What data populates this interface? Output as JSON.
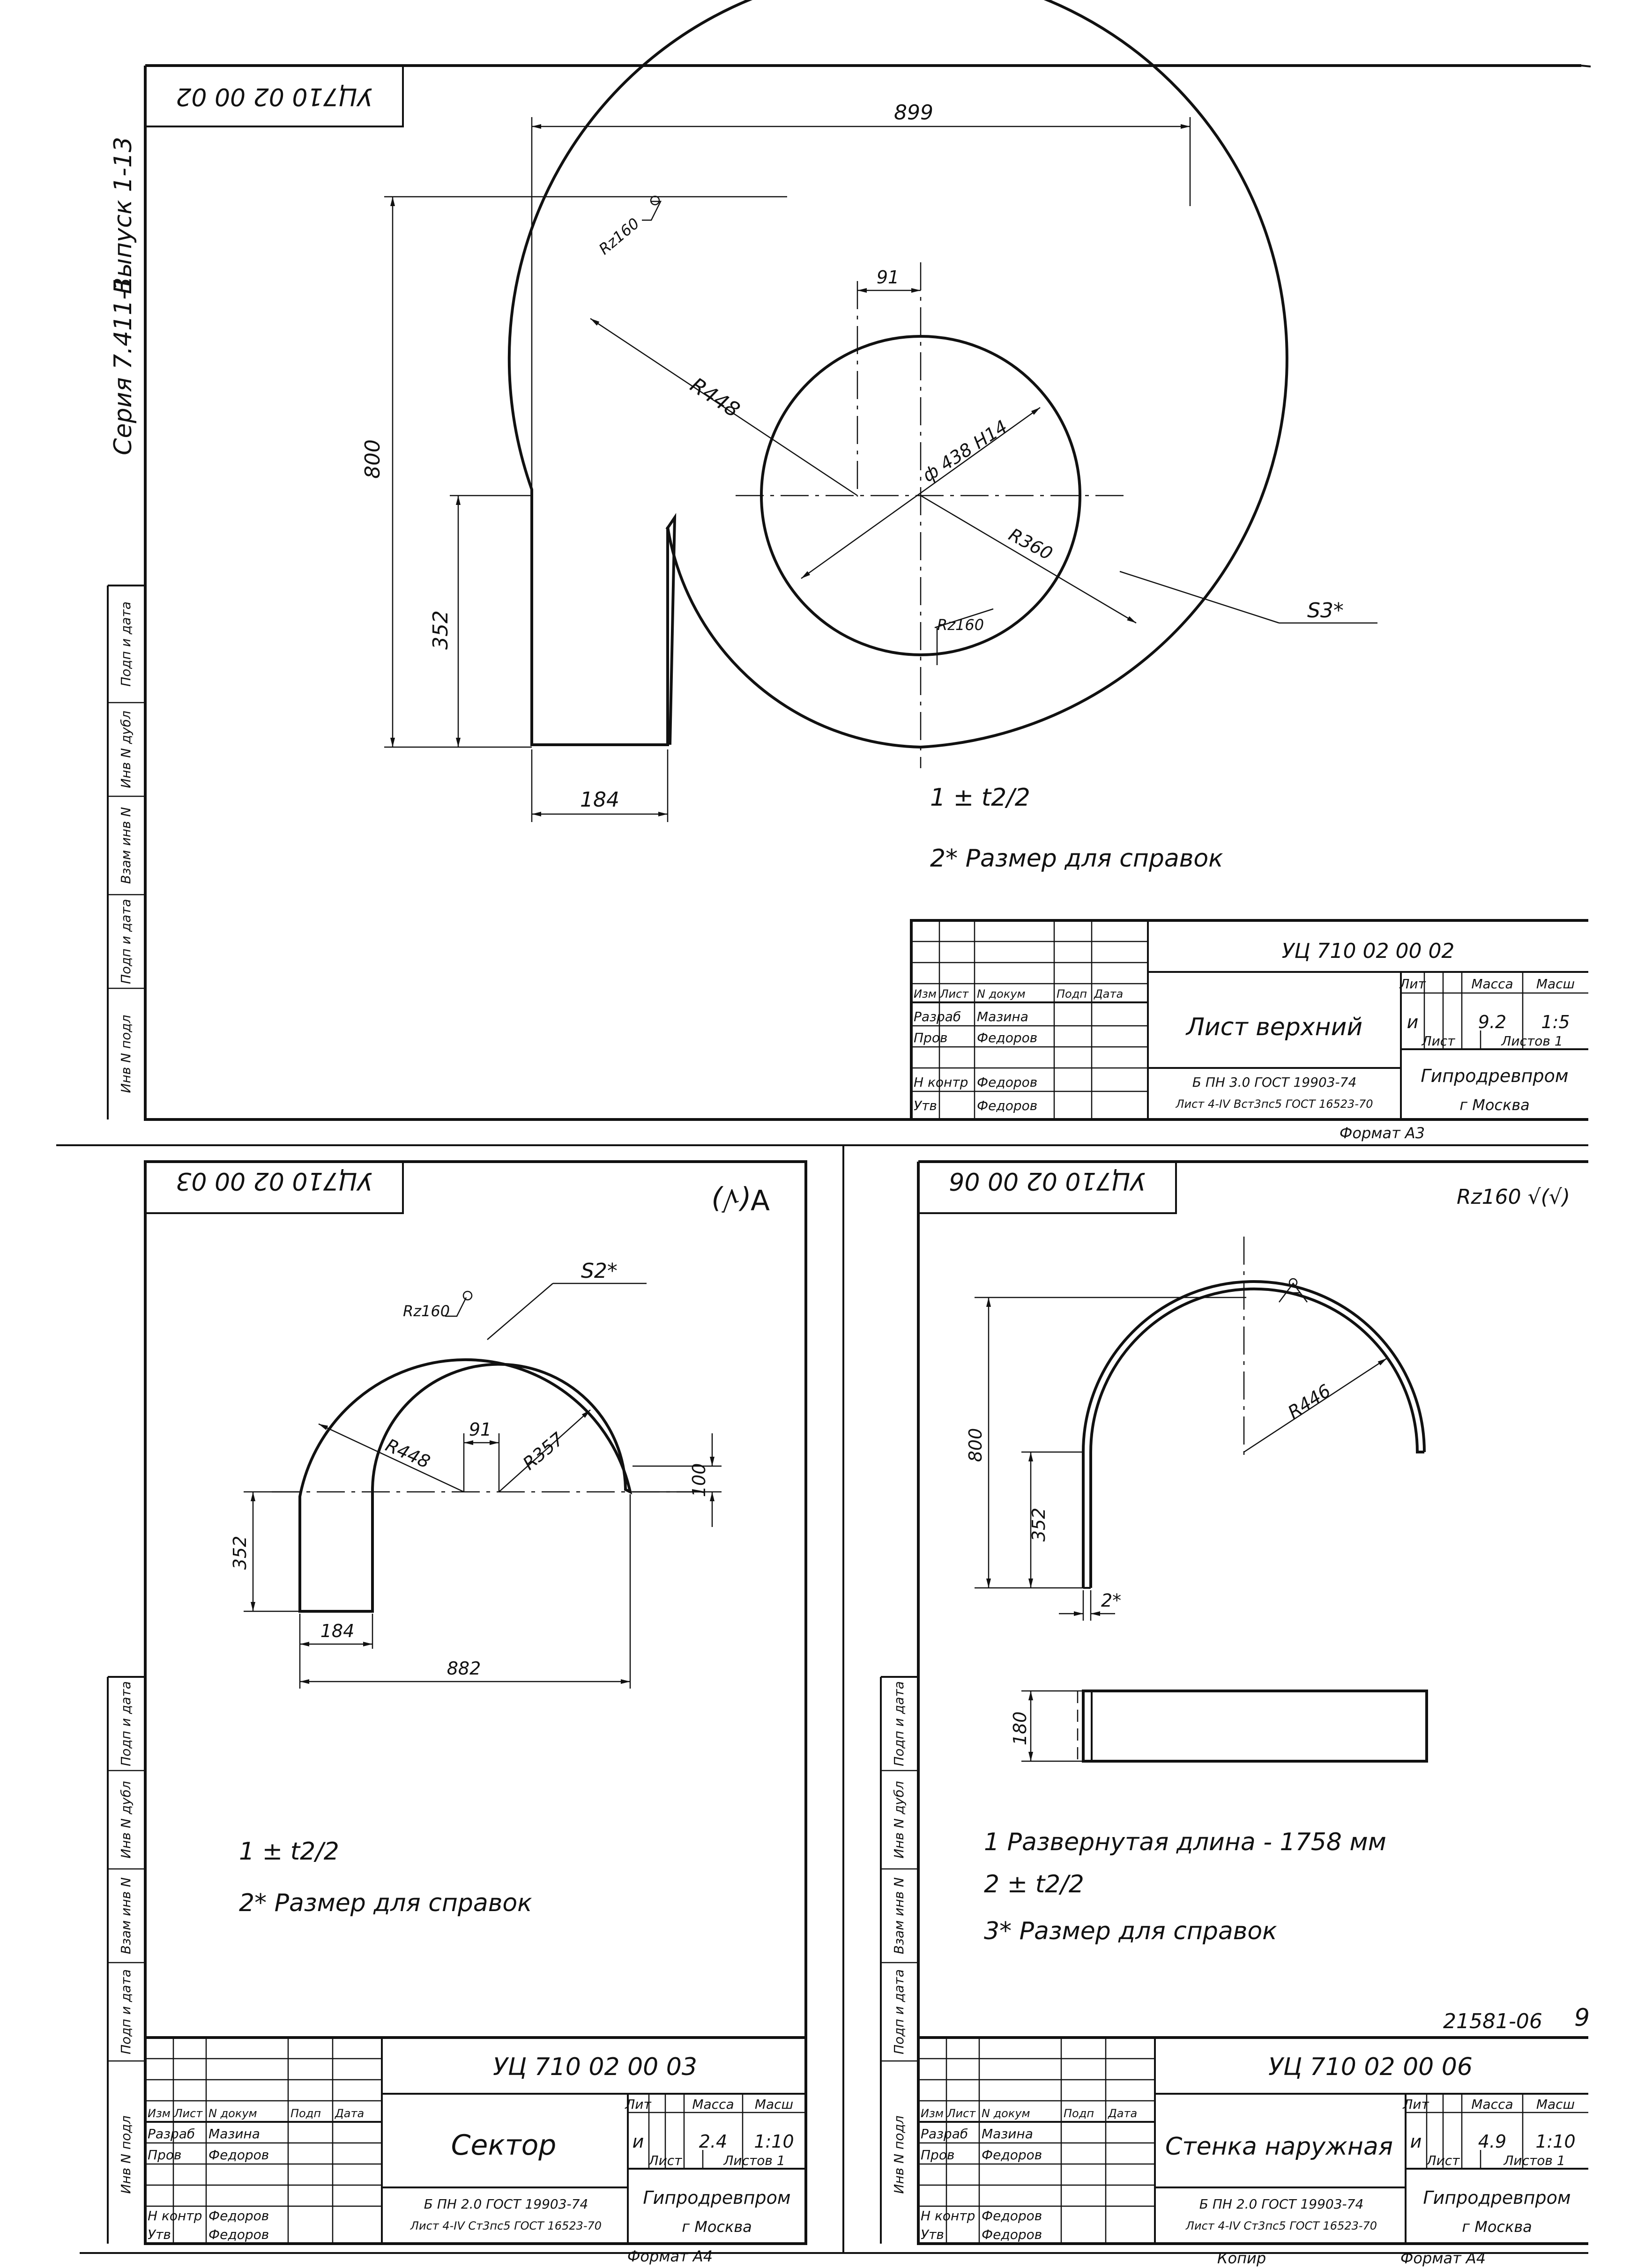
{
  "sheets": {
    "top": {
      "code_stamp": "УЦ710 02 00 02",
      "side_series": "Серия 7.411-1",
      "side_issue": "Выпуск 1-13",
      "dims": {
        "width": "899",
        "height": "800",
        "lower": "352",
        "slot": "184",
        "offset": "91",
        "bore": "ф 438 Н14",
        "outer_r": "R448",
        "inner_r": "R360",
        "rough1": "Rz160",
        "rough2": "Rz160",
        "thickness": "S3*"
      },
      "notes": [
        "1 ± t2/2",
        "2* Размер для справок"
      ],
      "tb": {
        "code": "УЦ 710 02 00 02",
        "name": "Лист верхний",
        "lit_label": "Лит",
        "mass_label": "Масса",
        "scale_label": "Масш",
        "lit": "и",
        "mass": "9.2",
        "scale": "1:5",
        "sheet_label": "Лист",
        "sheets_label": "Листов 1",
        "org": "Гипродревпром",
        "city": "г Москва",
        "material1": "Б ПН 3.0 ГОСТ 19903-74",
        "material2": "Лист 4-IV Вст3пс5 ГОСТ 16523-70",
        "format": "Формат А3",
        "rows": [
          "Изм Лист",
          "N докум",
          "Подп",
          "Дата"
        ],
        "dev_label": "Разраб",
        "dev_name": "Мазина",
        "chk_label": "Пров",
        "chk_name": "Федоров",
        "nk_label": "Н контр",
        "nk_name": "Федоров",
        "app_label": "Утв",
        "app_name": "Федоров"
      }
    },
    "left": {
      "code_stamp": "УЦ710 02 00 03",
      "rough_mark": "∀(√)",
      "dims": {
        "rough": "Rz160",
        "thickness": "S2*",
        "outer_r": "R448",
        "offset": "91",
        "inner_r": "R357",
        "height": "100",
        "lower": "352",
        "slot": "184",
        "width": "882"
      },
      "notes": [
        "1 ± t2/2",
        "2* Размер для справок"
      ],
      "tb": {
        "code": "УЦ 710 02 00 03",
        "name": "Сектор",
        "lit_label": "Лит",
        "mass_label": "Масса",
        "scale_label": "Масш",
        "lit": "и",
        "mass": "2.4",
        "scale": "1:10",
        "sheet_label": "Лист",
        "sheets_label": "Листов 1",
        "org": "Гипродревпром",
        "city": "г Москва",
        "material1": "Б ПН 2.0 ГОСТ 19903-74",
        "material2": "Лист 4-IV Ст3пс5 ГОСТ 16523-70",
        "format": "Формат А4",
        "rows": [
          "Изм Лист",
          "N докум",
          "Подп",
          "Дата"
        ],
        "dev_label": "Разраб",
        "dev_name": "Мазина",
        "chk_label": "Пров",
        "chk_name": "Федоров",
        "nk_label": "Н контр",
        "nk_name": "Федоров",
        "app_label": "Утв",
        "app_name": "Федоров"
      }
    },
    "right": {
      "code_stamp": "УЦ710 02 00 06",
      "rough_mark": "Rz160 √(√)",
      "dims": {
        "height": "800",
        "lower": "352",
        "thickness": "2*",
        "radius": "R446",
        "width": "180"
      },
      "notes": [
        "1 Развернутая длина - 1758 мм",
        "2 ± t2/2",
        "3* Размер для справок"
      ],
      "stamp_num": "21581-06",
      "page_num": "9",
      "copy_label": "Копир",
      "tb": {
        "code": "УЦ 710 02 00 06",
        "name": "Стенка наружная",
        "lit_label": "Лит",
        "mass_label": "Масса",
        "scale_label": "Масш",
        "lit": "и",
        "mass": "4.9",
        "scale": "1:10",
        "sheet_label": "Лист",
        "sheets_label": "Листов 1",
        "org": "Гипродревпром",
        "city": "г Москва",
        "material1": "Б ПН 2.0 ГОСТ 19903-74",
        "material2": "Лист 4-IV Ст3пс5 ГОСТ 16523-70",
        "format": "Формат А4",
        "rows": [
          "Изм Лист",
          "N докум",
          "Подп",
          "Дата"
        ],
        "dev_label": "Разраб",
        "dev_name": "Мазина",
        "chk_label": "Пров",
        "chk_name": "Федоров",
        "nk_label": "Н контр",
        "nk_name": "Федоров",
        "app_label": "Утв",
        "app_name": "Федоров"
      }
    }
  },
  "margin_labels": [
    "Инв N подл",
    "Подп и дата",
    "Взам инв N",
    "Инв N дубл",
    "Подп и дата"
  ]
}
